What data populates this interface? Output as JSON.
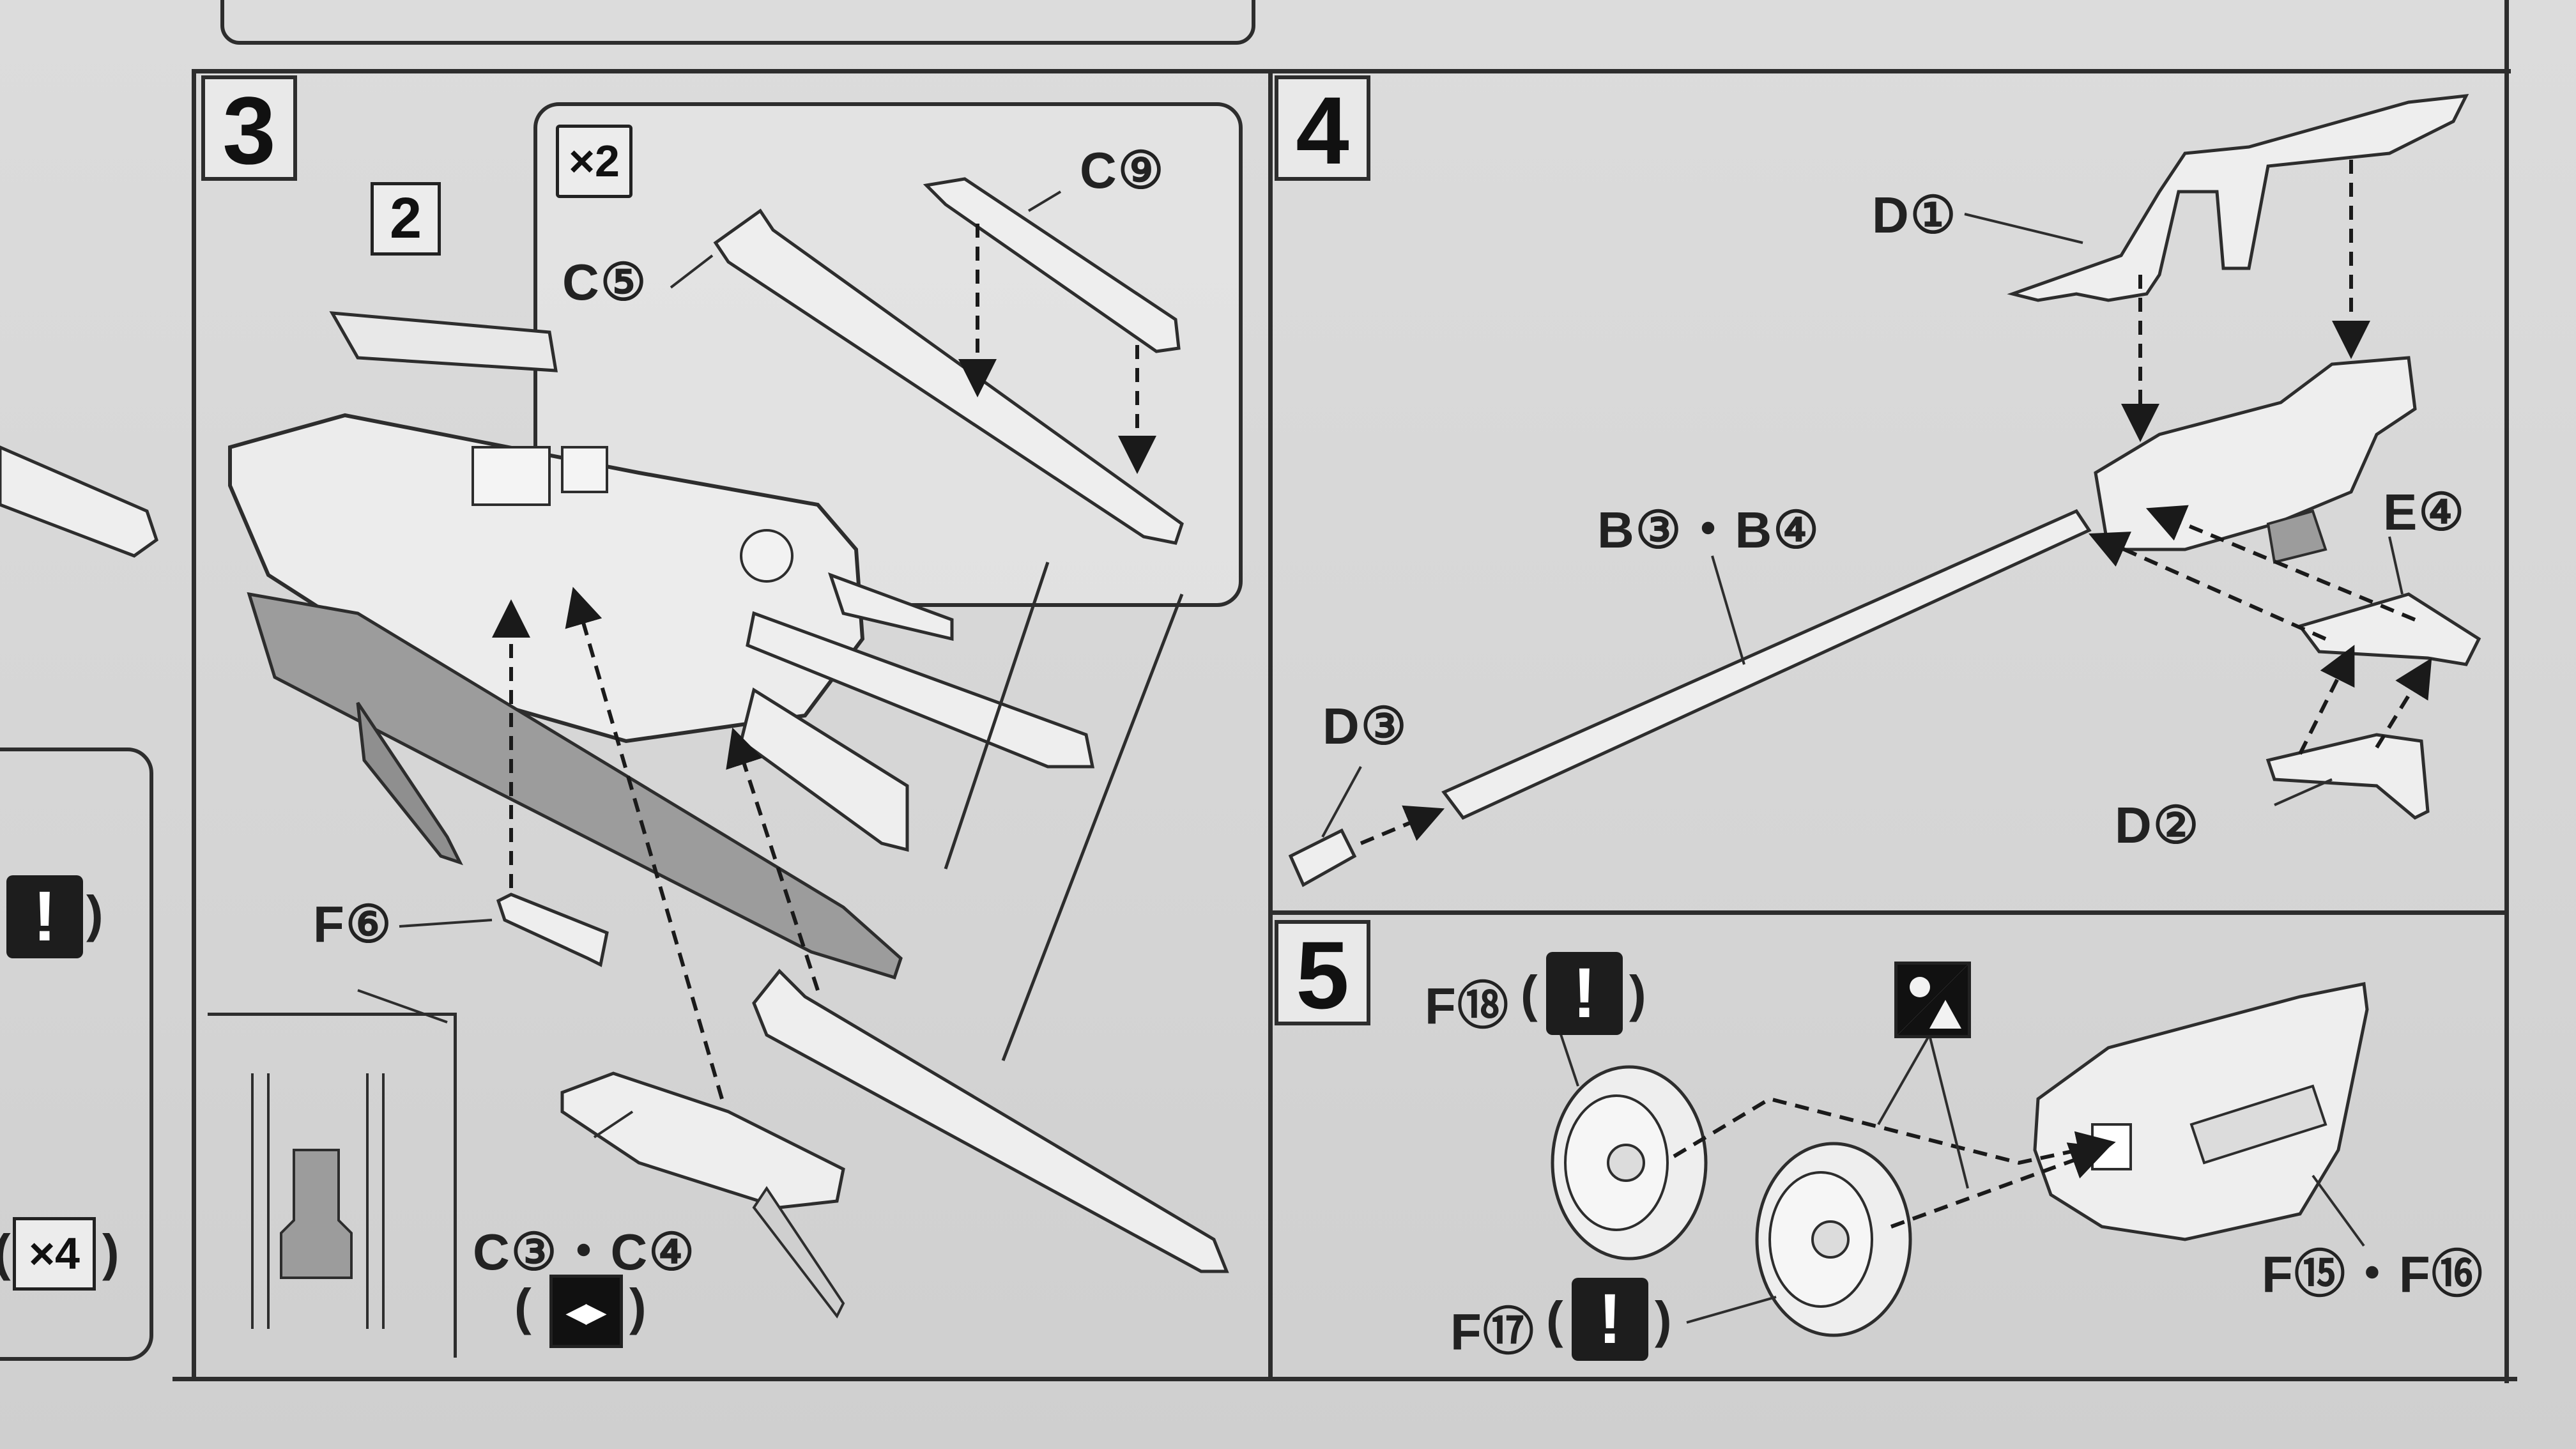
{
  "steps": {
    "step3": {
      "number": "3",
      "multiplier": "×2",
      "part_count_badge": "2",
      "labels": {
        "c9": "C⑨",
        "c5": "C⑤",
        "f6": "F⑥",
        "c3c4": "C③・C④",
        "c3c4_paren_open": "(",
        "c3c4_paren_close": ")"
      }
    },
    "step4": {
      "number": "4",
      "labels": {
        "d1": "D①",
        "b3b4": "B③・B④",
        "e4": "E④",
        "d3": "D③",
        "d2": "D②"
      }
    },
    "step5": {
      "number": "5",
      "labels": {
        "f18": "F⑱",
        "f17": "F⑰",
        "f15f16": "F⑮・F⑯",
        "paren_open": "(",
        "paren_close": ")"
      }
    },
    "left_margin": {
      "warn_paren_close": ")",
      "x4_open": "(",
      "x4_badge": "×4",
      "x4_close": ")"
    }
  },
  "icons": {
    "warning": "exclamation-icon",
    "sticker": "sticker-icon",
    "symmetric": "symmetric-parts-icon"
  },
  "colors": {
    "line": "#2d2d2d",
    "part_fill": "#eeeeee",
    "shade": "#9c9c9c",
    "page": "#d8d8d8"
  }
}
